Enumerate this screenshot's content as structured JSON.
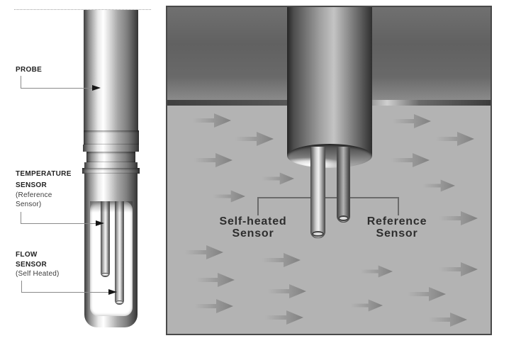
{
  "left_diagram": {
    "probe_label": "PROBE",
    "temp_label_1": "TEMPERATURE",
    "temp_label_2": "SENSOR",
    "temp_sub_1": "(Reference",
    "temp_sub_2": "Sensor)",
    "flow_label_1": "FLOW",
    "flow_label_2": "SENSOR",
    "flow_sub": "(Self Heated)"
  },
  "right_diagram": {
    "self_heated_1": "Self-heated",
    "self_heated_2": "Sensor",
    "reference_1": "Reference",
    "reference_2": "Sensor"
  },
  "icons": {
    "flow_arrow": "right-block-arrow",
    "leader_arrowhead": "right-solid-triangle"
  },
  "colors": {
    "flow_background": "#b3b3b3",
    "duct_wall": "#666666",
    "label_text": "#222222",
    "arrow_gray": "#8c8c8c",
    "metal_highlight": "#ffffff"
  }
}
